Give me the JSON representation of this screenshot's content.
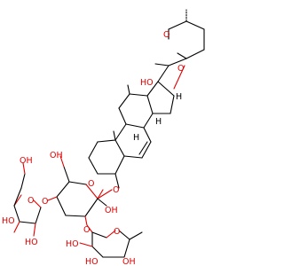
{
  "colors": {
    "oxygen": "#e00000",
    "hydrogen": "#000000",
    "bond": "#000000",
    "background": "#ffffff"
  },
  "labels": {
    "spiro_ring_o": "O",
    "spiro_furan_o": "O",
    "ho_c17": "HO",
    "h_c16": "H",
    "h_c14": "H",
    "h_c9": "H",
    "glycoside_o": "O",
    "ring_o_glucose": "O",
    "oh_c2": "OH",
    "ch2oh_top": "OH",
    "o_c4_link": "O",
    "o_c3_link": "O",
    "ring_o_arabinose": "O",
    "ch2oh_arab": "OH",
    "oh_arab_upper": "HO",
    "oh_arab_lower": "HO",
    "ring_o_rhamnose": "O",
    "oh_rha_left": "HO",
    "oh_rha_bottom_left": "HO",
    "oh_rha_bottom_right": "OH"
  }
}
